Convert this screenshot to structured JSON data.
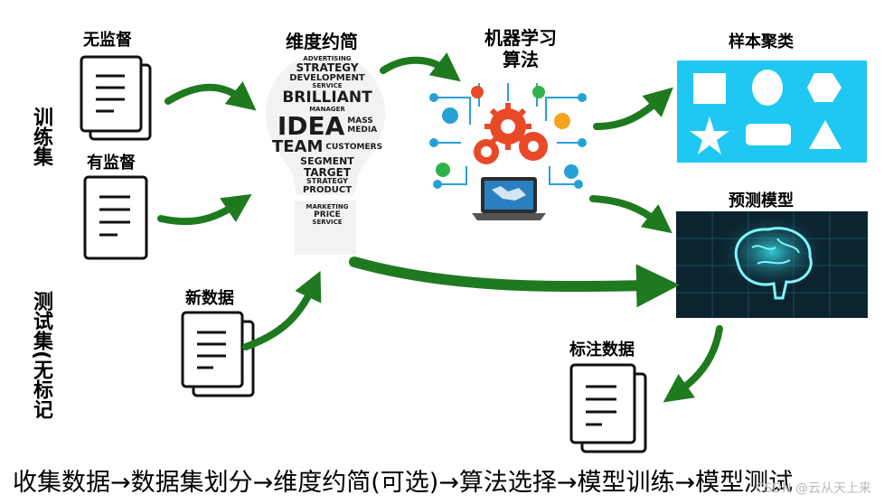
{
  "labels": {
    "unsupervised": "无监督",
    "supervised": "有监督",
    "training_set": "训练集",
    "test_set": "测试集(无标记",
    "new_data": "新数据",
    "dim_reduction": "维度约简",
    "ml_algorithm": "机器学习算法",
    "clustering": "样本聚类",
    "prediction_model": "预测模型",
    "labeled_data": "标注数据"
  },
  "bulb_words": [
    "ADVERTISING",
    "STRATEGY",
    "DEVELOPMENT",
    "SERVICE",
    "BRILLIANT",
    "MANAGER",
    "IDEA",
    "MASS",
    "MEDIA",
    "TEAM",
    "CUSTOMERS",
    "SEGMENT",
    "TARGET",
    "STRATEGY",
    "PRODUCT",
    "MARKETING",
    "PRICE",
    "SERVICE"
  ],
  "pipeline": "收集数据→数据集划分→维度约简(可选)→算法选择→模型训练→模型测试",
  "watermark": "CSDN @云从天上来",
  "colors": {
    "arrow": "#1f7a1f",
    "clustering_bg": "#1ec8f2",
    "brain_bg": "#0b2430"
  }
}
